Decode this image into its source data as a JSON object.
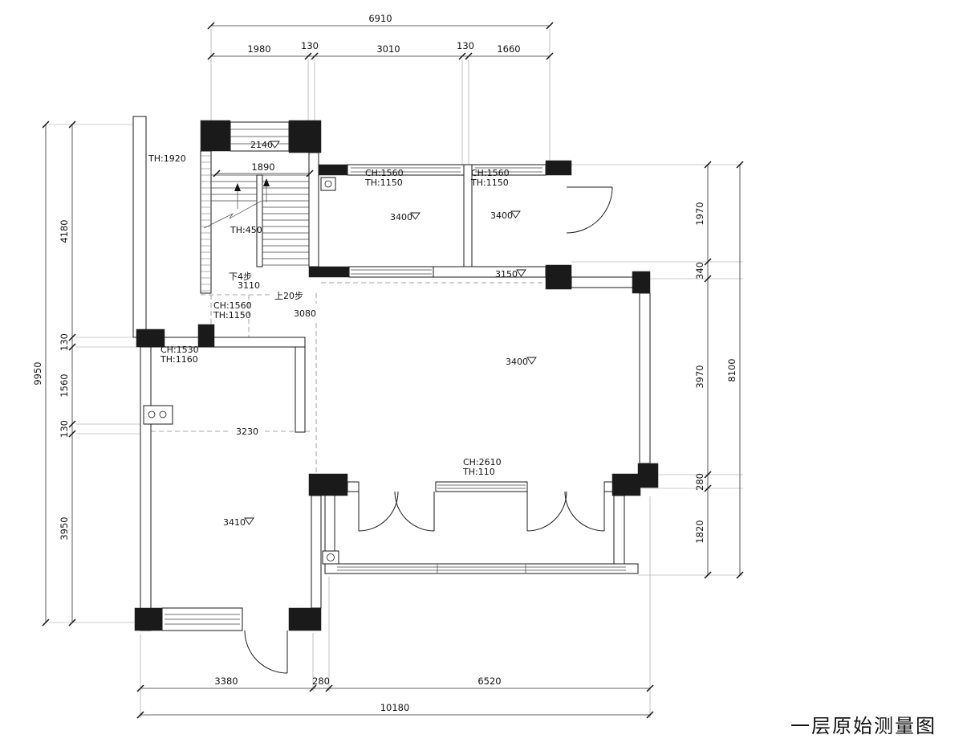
{
  "title": "一层原始测量图",
  "dims": {
    "top": {
      "overall": "6910",
      "segs": [
        "1980",
        "130",
        "3010",
        "130",
        "1660"
      ]
    },
    "left": {
      "overall": "9950",
      "segs": [
        "4180",
        "130",
        "1560",
        "130",
        "3950"
      ]
    },
    "right": {
      "overall": "8100",
      "segs": [
        "1970",
        "340",
        "3970",
        "280",
        "1820"
      ]
    },
    "bottom": {
      "overall": "10180",
      "segs": [
        "3380",
        "280",
        "6520"
      ]
    }
  },
  "labels": {
    "th1920": "TH:1920",
    "lvl2140": "2140",
    "stair1890": "1890",
    "th450": "TH:450",
    "down4": "下4步",
    "d3110": "3110",
    "up20": "上20步",
    "understair_ch": "CH:1560",
    "understair_th": "TH:1150",
    "d3080": "3080",
    "room1_ch": "CH:1560",
    "room1_th": "TH:1150",
    "room1_lvl": "3400",
    "room2_ch": "CH:1560",
    "room2_th": "TH:1150",
    "room2_lvl": "3400",
    "d3150": "3150",
    "main_lvl": "3400",
    "kitchen_ch": "CH:1530",
    "kitchen_th": "TH:1160",
    "d3230": "3230",
    "bl_lvl": "3410",
    "terrace_ch": "CH:2610",
    "terrace_th": "TH:110"
  }
}
